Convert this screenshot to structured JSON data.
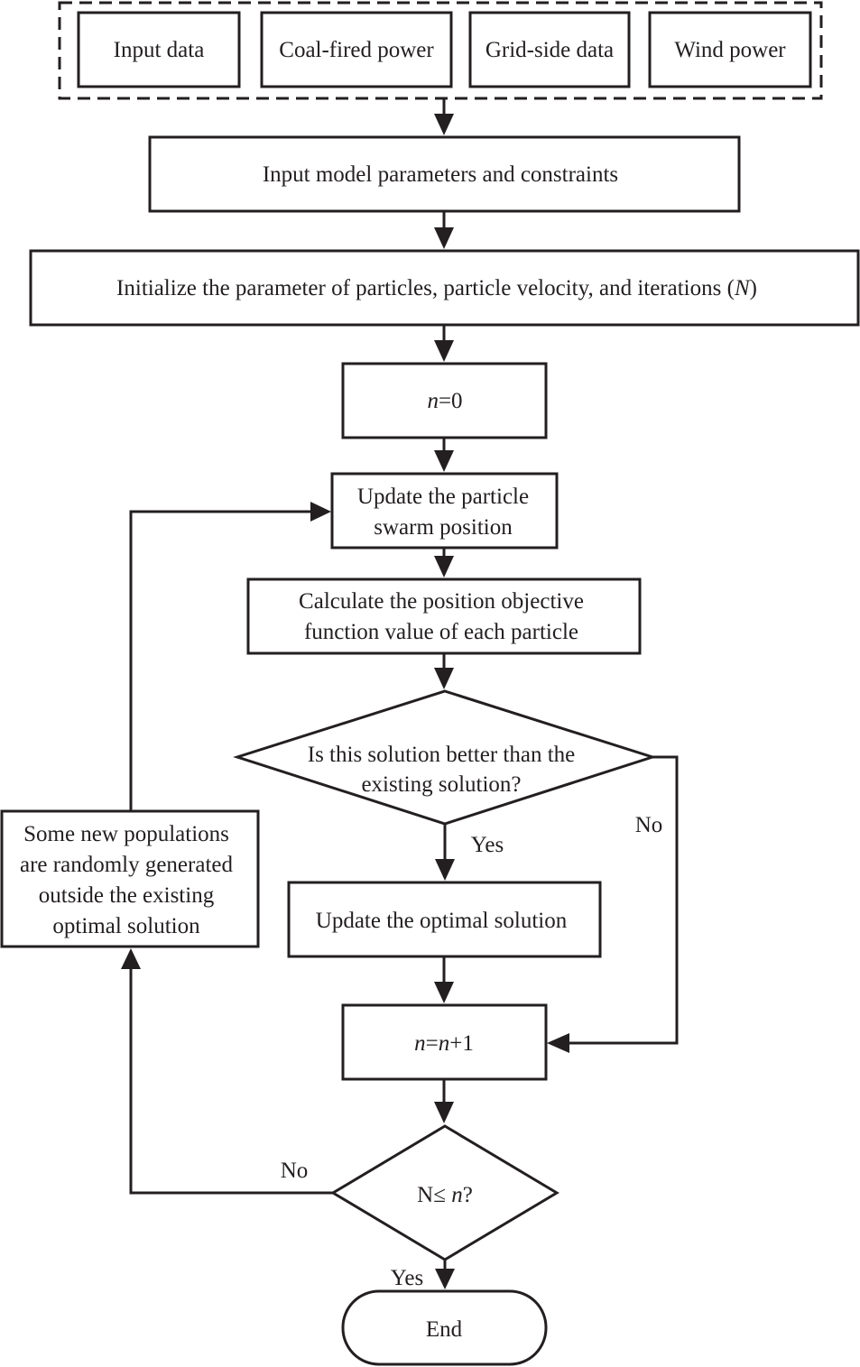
{
  "inputs": {
    "input_data": "Input data",
    "coal_fired": "Coal-fired power",
    "grid_side": "Grid-side data",
    "wind_power": "Wind power"
  },
  "steps": {
    "model_params": "Input model parameters and constraints",
    "initialize_prefix": "Initialize the parameter of particles, particle velocity, and  iterations (",
    "initialize_var": "N",
    "initialize_suffix": ")",
    "n_zero_var": "n",
    "n_zero_rest": "=0",
    "update_position": [
      "Update the particle",
      "swarm position"
    ],
    "calculate": [
      "Calculate the position objective",
      "function value of each particle"
    ],
    "decision_better": [
      "Is this solution better than the",
      "existing solution?"
    ],
    "update_optimal": "Update the optimal solution",
    "increment_var1": "n",
    "increment_eq": "=",
    "increment_var2": "n",
    "increment_rest": "+1",
    "decision_iter_prefix": "N≤ ",
    "decision_iter_var": "n",
    "decision_iter_suffix": "?",
    "new_populations": [
      "Some new populations",
      "are randomly generated",
      "outside the existing",
      "optimal solution"
    ],
    "end": "End"
  },
  "labels": {
    "yes_better": "Yes",
    "no_better": "No",
    "no_iter": "No",
    "yes_iter": "Yes"
  }
}
